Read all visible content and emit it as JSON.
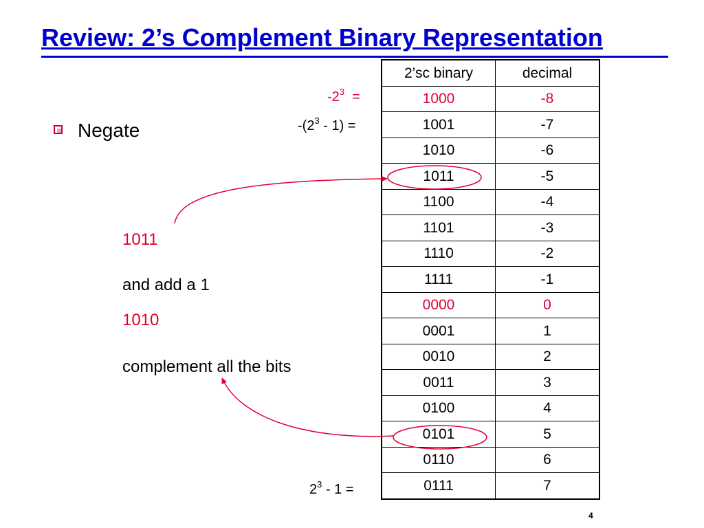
{
  "slide": {
    "title": "Review: 2’s Complement Binary Representation",
    "bullet": "Negate",
    "page_number": "4"
  },
  "steps": {
    "original": "1011",
    "complement": "complement all the bits",
    "complemented": "1010",
    "add": "and add a 1"
  },
  "labels": {
    "min_base": "-2",
    "min_exp": "3",
    "min_suffix": "  =",
    "neg_prefix": "-(2",
    "neg_exp": "3",
    "neg_suffix": " - 1) =",
    "max_base": "2",
    "max_exp": "3",
    "max_suffix": " - 1 ="
  },
  "table": {
    "headers": [
      "2’sc binary",
      "decimal"
    ],
    "rows": [
      {
        "binary": "1000",
        "decimal": "-8",
        "highlight": true
      },
      {
        "binary": "1001",
        "decimal": "-7",
        "highlight": false
      },
      {
        "binary": "1010",
        "decimal": "-6",
        "highlight": false
      },
      {
        "binary": "1011",
        "decimal": "-5",
        "highlight": false
      },
      {
        "binary": "1100",
        "decimal": "-4",
        "highlight": false
      },
      {
        "binary": "1101",
        "decimal": "-3",
        "highlight": false
      },
      {
        "binary": "1110",
        "decimal": "-2",
        "highlight": false
      },
      {
        "binary": "1111",
        "decimal": "-1",
        "highlight": false
      },
      {
        "binary": "0000",
        "decimal": "0",
        "highlight": true
      },
      {
        "binary": "0001",
        "decimal": "1",
        "highlight": false
      },
      {
        "binary": "0010",
        "decimal": "2",
        "highlight": false
      },
      {
        "binary": "0011",
        "decimal": "3",
        "highlight": false
      },
      {
        "binary": "0100",
        "decimal": "4",
        "highlight": false
      },
      {
        "binary": "0101",
        "decimal": "5",
        "highlight": false
      },
      {
        "binary": "0110",
        "decimal": "6",
        "highlight": false
      },
      {
        "binary": "0111",
        "decimal": "7",
        "highlight": false
      }
    ]
  },
  "colors": {
    "title": "#0000cc",
    "accent_red": "#dd0033"
  }
}
